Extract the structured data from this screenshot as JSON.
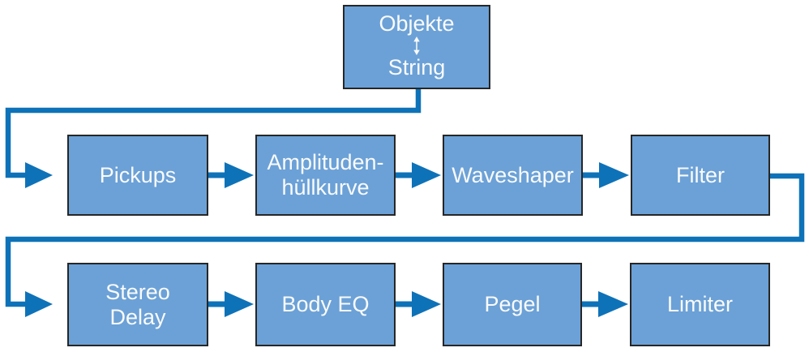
{
  "diagram": {
    "title_hint": "signal-flow-diagram",
    "colors": {
      "box_fill": "#6ba1d7",
      "box_border": "#262626",
      "arrow": "#0e72b8",
      "label": "#fafafa"
    },
    "top_node": {
      "label_top": "Objekte",
      "label_bottom": "String"
    },
    "row1": [
      {
        "label": "Pickups"
      },
      {
        "label": "Amplituden-\nhüllkurve"
      },
      {
        "label": "Waveshaper"
      },
      {
        "label": "Filter"
      }
    ],
    "row2": [
      {
        "label": "Stereo\nDelay"
      },
      {
        "label": "Body EQ"
      },
      {
        "label": "Pegel"
      },
      {
        "label": "Limiter"
      }
    ],
    "edges": [
      "Objekte/String -> Pickups",
      "Pickups -> Amplituden-hüllkurve",
      "Amplituden-hüllkurve -> Waveshaper",
      "Waveshaper -> Filter",
      "Filter -> Stereo Delay",
      "Stereo Delay -> Body EQ",
      "Body EQ -> Pegel",
      "Pegel -> Limiter"
    ]
  }
}
